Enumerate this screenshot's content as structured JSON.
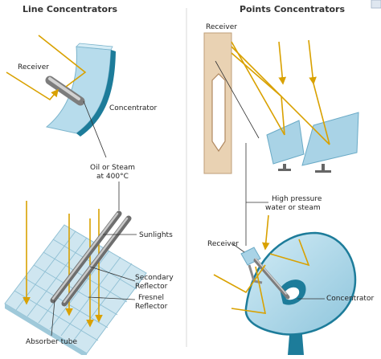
{
  "headings": {
    "left": "Line Concentrators",
    "right": "Points Concentrators"
  },
  "labels": {
    "receiver_line": "Receiver",
    "concentrator_line": "Concentrator",
    "oil_steam_1": "Oil or Steam",
    "oil_steam_2": "at 400°C",
    "sunlights": "Sunlights",
    "secondary_1": "Secondary",
    "secondary_2": "Reflector",
    "fresnel_1": "Fresnel",
    "fresnel_2": "Reflector",
    "absorber": "Absorber tube",
    "receiver_tower": "Receiver",
    "high_pressure_1": "High pressure",
    "high_pressure_2": "water or steam",
    "receiver_dish": "Receiver",
    "concentrator_dish": "Concentrator"
  },
  "colors": {
    "ray": "#d9a100",
    "mirror": "#a9d3e6",
    "mirror_edge": "#1d7c9a",
    "tower": "#e9d2b3",
    "tube": "#9a9a9a"
  }
}
